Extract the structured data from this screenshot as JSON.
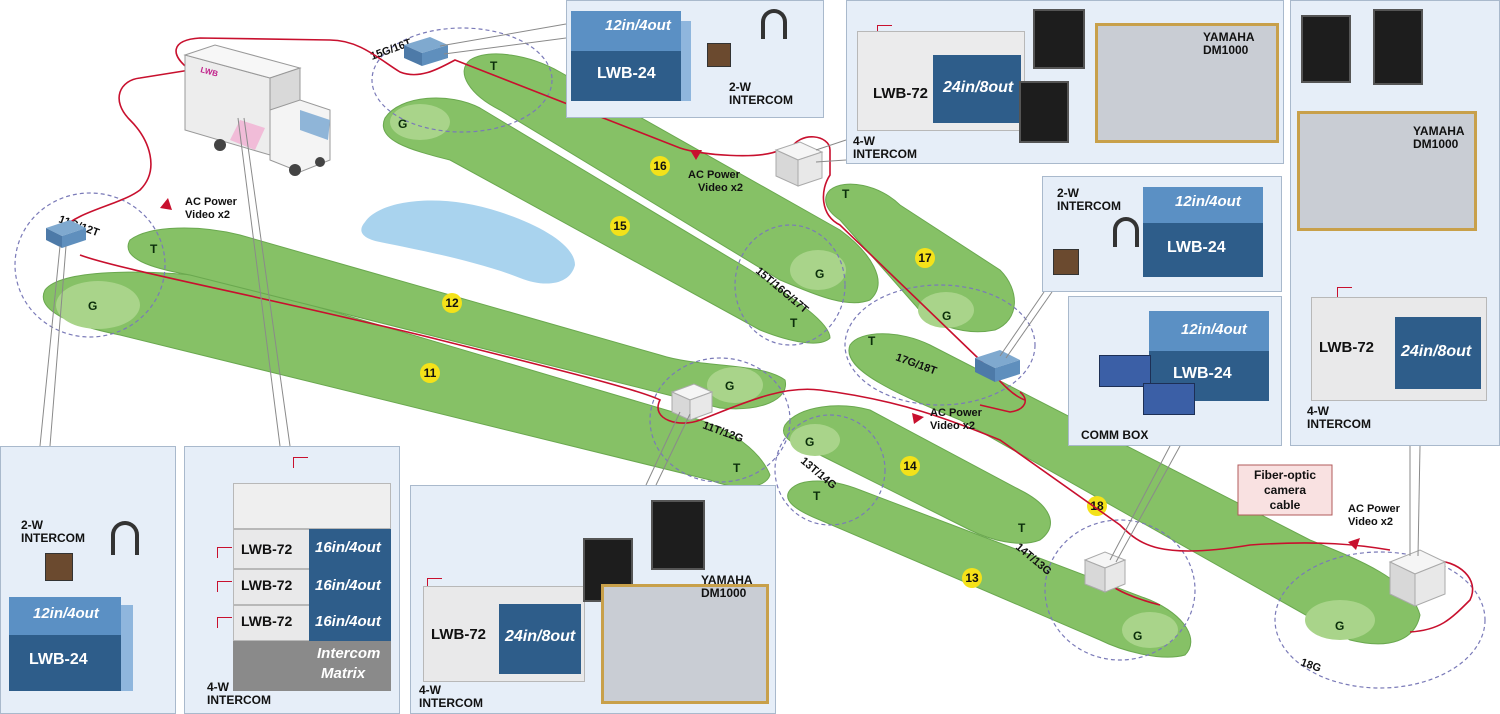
{
  "markers": {
    "t": "T",
    "g": "G"
  },
  "holes": {
    "11": "11",
    "12": "12",
    "13": "13",
    "14": "14",
    "15": "15",
    "16": "16",
    "17": "17",
    "18": "18"
  },
  "stations": {
    "s1": "11G/12T",
    "s2": "15G/16T",
    "s3": "15T/16G/17T",
    "s4": "17G/18T",
    "s5": "11T/12G",
    "s6": "13T/14G",
    "s7": "14T/13G",
    "s8": "18G"
  },
  "cables": {
    "ac_power": "AC Power",
    "video": "Video x2"
  },
  "fiber": {
    "l1": "Fiber-optic",
    "l2": "camera",
    "l3": "cable"
  },
  "truck": {
    "logo": "LWB"
  },
  "panels": {
    "a": {
      "io": "12in/4out",
      "model": "LWB-24",
      "intercom1": "2-W",
      "intercom2": "INTERCOM"
    },
    "b": {
      "model": "LWB-72",
      "io": "24in/8out",
      "intercom1": "4-W",
      "intercom2": "INTERCOM",
      "console1": "YAMAHA",
      "console2": "DM1000"
    },
    "c": {
      "intercom1": "2-W",
      "intercom2": "INTERCOM",
      "io": "12in/4out",
      "model": "LWB-24"
    },
    "d": {
      "io": "12in/4out",
      "model": "LWB-24",
      "label": "COMM BOX"
    },
    "e": {
      "console1": "YAMAHA",
      "console2": "DM1000",
      "model": "LWB-72",
      "io": "24in/8out",
      "intercom1": "4-W",
      "intercom2": "INTERCOM"
    },
    "f": {
      "intercom1": "2-W",
      "intercom2": "INTERCOM",
      "io": "12in/4out",
      "model": "LWB-24"
    },
    "g": {
      "units": [
        {
          "model": "LWB-72",
          "io": "16in/4out"
        },
        {
          "model": "LWB-72",
          "io": "16in/4out"
        },
        {
          "model": "LWB-72",
          "io": "16in/4out"
        }
      ],
      "matrix1": "Intercom",
      "matrix2": "Matrix",
      "intercom1": "4-W",
      "intercom2": "INTERCOM"
    },
    "h": {
      "model": "LWB-72",
      "io": "24in/8out",
      "intercom1": "4-W",
      "intercom2": "INTERCOM",
      "console1": "YAMAHA",
      "console2": "DM1000"
    }
  }
}
